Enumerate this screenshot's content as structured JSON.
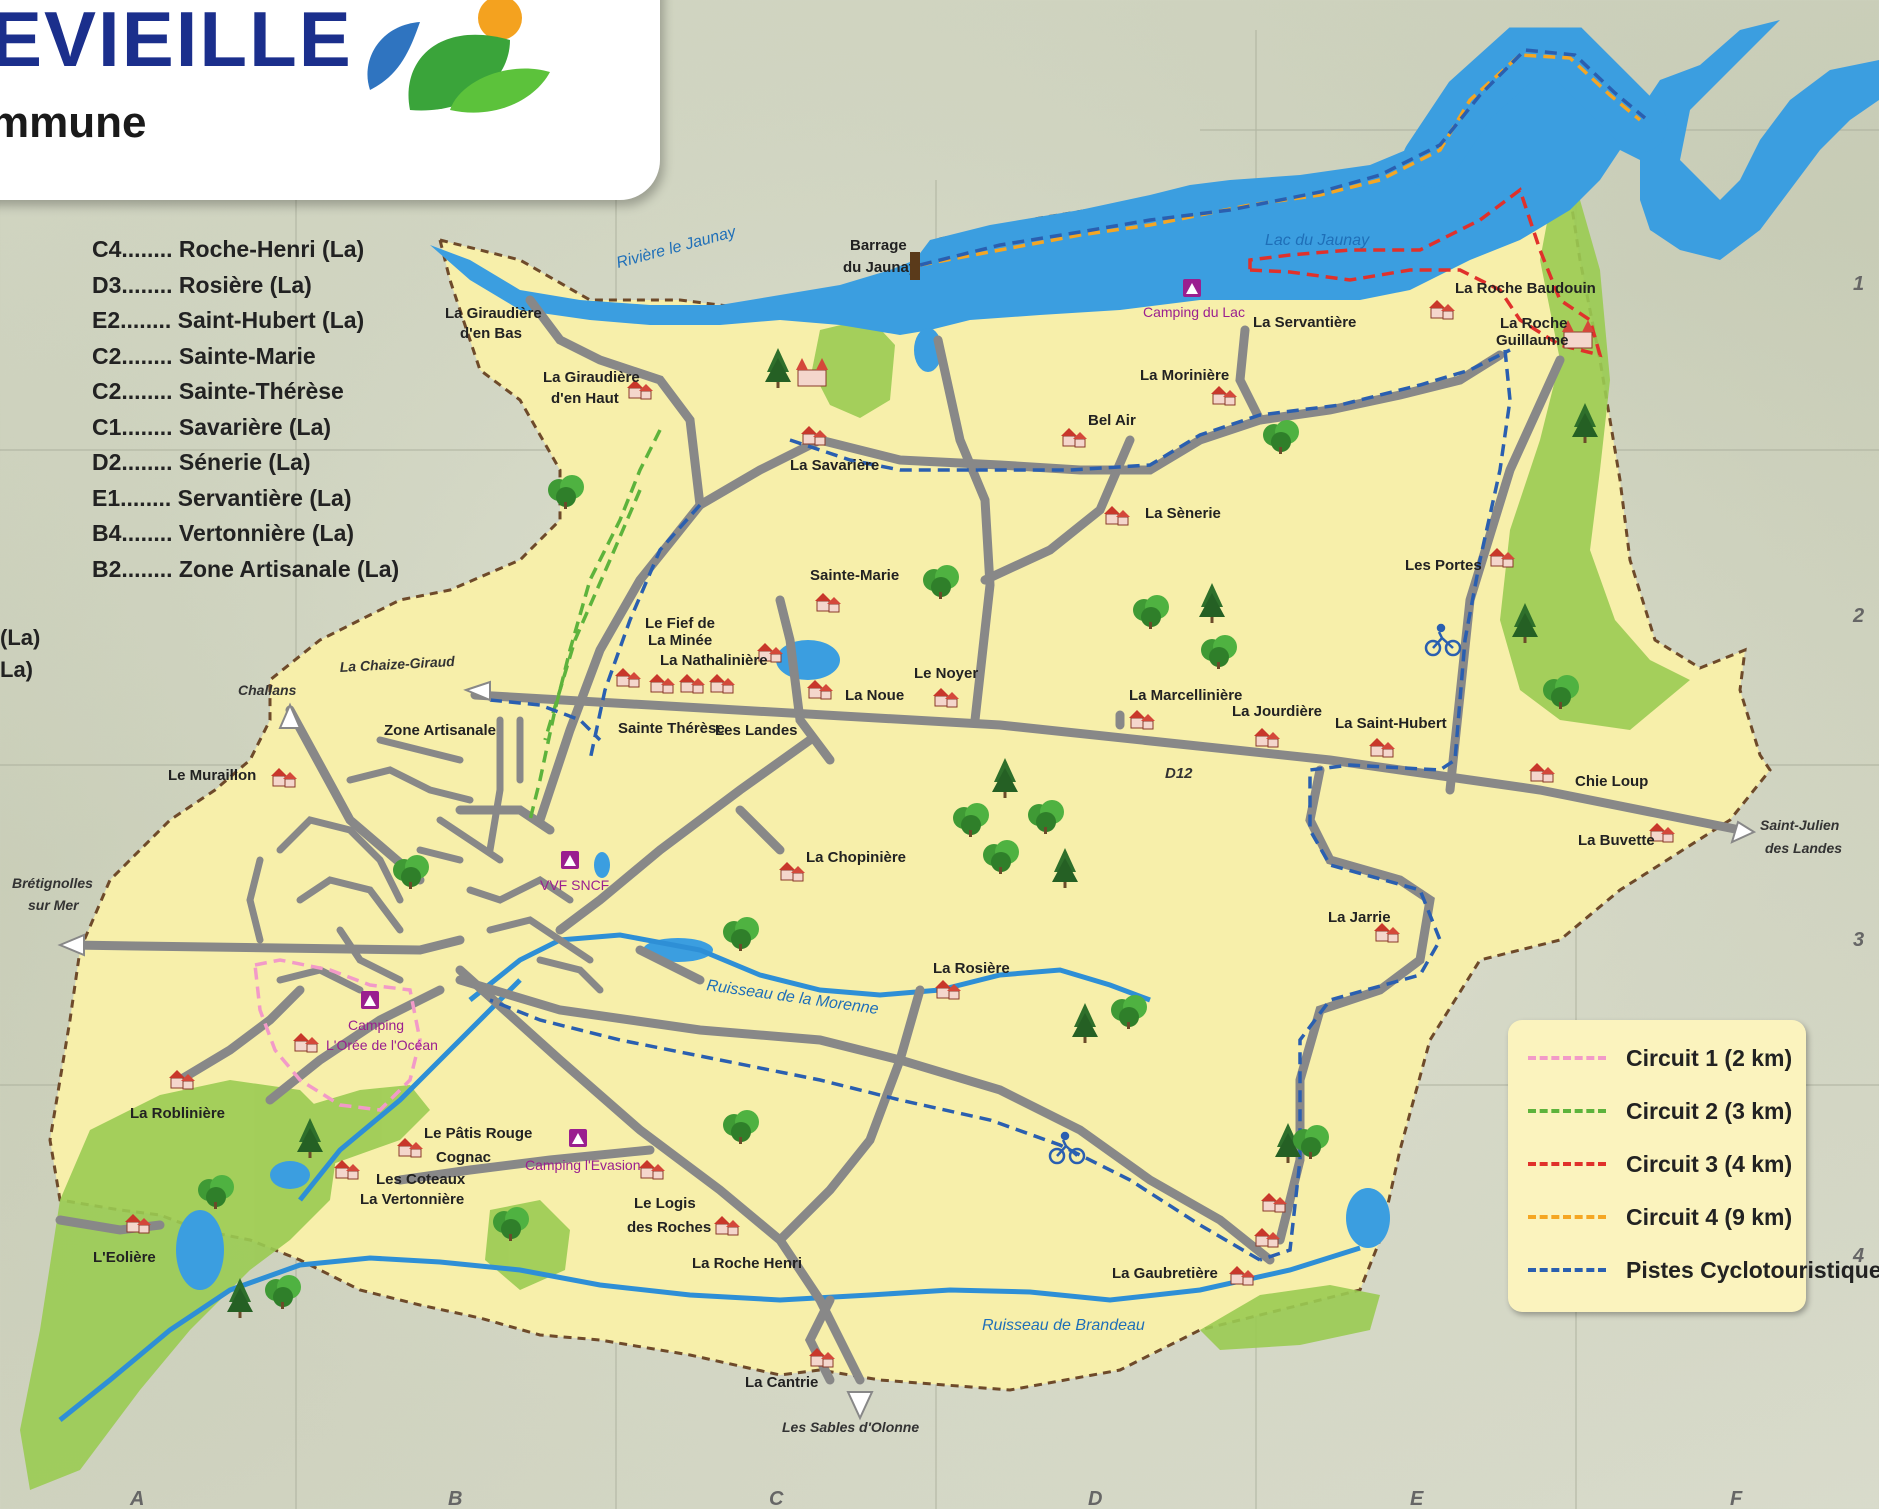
{
  "title": {
    "main": "EVIEILLE",
    "sub": "mmune"
  },
  "street_index": [
    {
      "code": "C4",
      "name": "Roche-Henri (La)"
    },
    {
      "code": "D3",
      "name": "Rosière (La)"
    },
    {
      "code": "E2",
      "name": "Saint-Hubert (La)"
    },
    {
      "code": "C2",
      "name": "Sainte-Marie"
    },
    {
      "code": "C2",
      "name": "Sainte-Thérèse"
    },
    {
      "code": "C1",
      "name": "Savarière (La)"
    },
    {
      "code": "D2",
      "name": "Sénerie (La)"
    },
    {
      "code": "E1",
      "name": "Servantière (La)"
    },
    {
      "code": "B4",
      "name": "Vertonnière (La)"
    },
    {
      "code": "B2",
      "name": "Zone Artisanale (La)"
    }
  ],
  "index_partial": [
    "(La)",
    "La)"
  ],
  "legend": [
    {
      "label": "Circuit 1 (2 km)",
      "color": "#f29ac8"
    },
    {
      "label": "Circuit 2 (3 km)",
      "color": "#5db33c"
    },
    {
      "label": "Circuit 3 (4 km)",
      "color": "#e0312b"
    },
    {
      "label": "Circuit 4 (9 km)",
      "color": "#f5a623"
    },
    {
      "label": "Pistes Cyclotouristiques",
      "color": "#2a5fb0"
    }
  ],
  "grid": {
    "columns": [
      "A",
      "B",
      "C",
      "D",
      "E",
      "F"
    ],
    "rows": [
      "1",
      "2",
      "3",
      "4"
    ]
  },
  "water": {
    "river_jaunay": "Rivière le Jaunay",
    "lake": "Lac du Jaunay",
    "barrage": [
      "Barrage",
      "du Jaunay"
    ],
    "morenne": "Ruisseau de la Morenne",
    "brandeau": "Ruisseau de Brandeau"
  },
  "roads": {
    "d12": "D12",
    "to_chaize": "La Chaize-Giraud",
    "to_challans": "Challans",
    "to_bretignolles": [
      "Brétignolles",
      "sur Mer"
    ],
    "to_saint_julien": [
      "Saint-Julien",
      "des Landes"
    ],
    "to_sables": "Les Sables d'Olonne"
  },
  "campings": {
    "lac": "Camping du Lac",
    "vvf": "VVF SNCF",
    "oree": [
      "Camping",
      "L'Orée de l'Océan"
    ],
    "evasion": "Camping l'Evasion"
  },
  "places": {
    "giraudiere_bas": [
      "La Giraudière",
      "d'en Bas"
    ],
    "giraudiere_haut": [
      "La Giraudière",
      "d'en Haut"
    ],
    "savariere": "La Savarière",
    "servantiere": "La Servantière",
    "roche_baudouin": "La Roche Baudouin",
    "roche_guillaume": [
      "La Roche",
      "Guillaume"
    ],
    "moriniere": "La Morinière",
    "bel_air": "Bel Air",
    "senerie": "La Sènerie",
    "les_portes": "Les Portes",
    "sainte_marie": "Sainte-Marie",
    "fief_minee": [
      "Le Fief de",
      "La Minée"
    ],
    "nathaliniere": "La Nathalinière",
    "noyer": "Le Noyer",
    "noue": "La Noue",
    "sainte_therese": "Sainte Thérèse",
    "les_landes": "Les Landes",
    "marcelliniere": "La Marcellinière",
    "jourdiere": "La Jourdière",
    "saint_hubert": "La Saint-Hubert",
    "chie_loup": "Chie Loup",
    "buvette": "La Buvette",
    "zone_artisanale": "Zone Artisanale",
    "muraillon": "Le Muraillon",
    "chopiniere": "La Chopinière",
    "jarrie": "La Jarrie",
    "rosiere": "La Rosière",
    "robliniere": "La Roblinière",
    "patis_rouge": "Le Pâtis Rouge",
    "cognac": "Cognac",
    "les_coteaux": "Les Coteaux",
    "vertonniere": "La Vertonnière",
    "logis_roches": [
      "Le Logis",
      "des Roches"
    ],
    "roche_henri": "La Roche Henri",
    "gaubretiere": "La Gaubretière",
    "eoliere": "L'Eolière",
    "cantrie": "La Cantrie"
  }
}
